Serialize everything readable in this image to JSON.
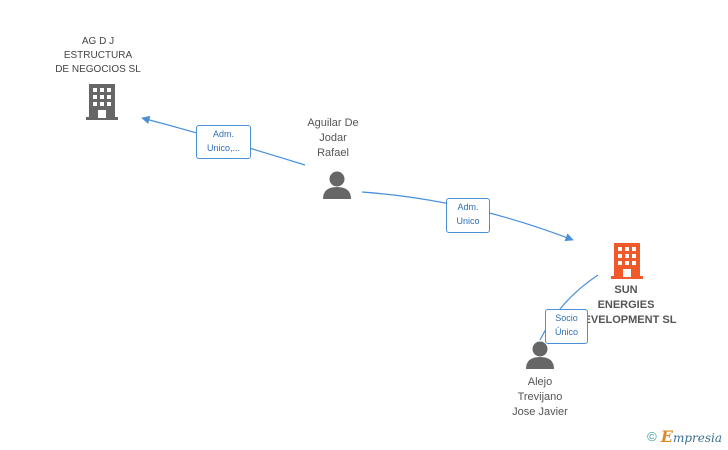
{
  "nodes": {
    "company_agdj": {
      "name": "AG D J\nESTRUCTURA\nDE NEGOCIOS SL",
      "icon": "building-icon",
      "color": "#666666"
    },
    "person_aguilar": {
      "name": "Aguilar De\nJodar\nRafael",
      "icon": "person-icon",
      "color": "#666666"
    },
    "company_sun": {
      "name": "SUN\nENERGIES\nDEVELOPMENT SL",
      "icon": "building-icon",
      "color": "#f05a2a"
    },
    "person_alejo": {
      "name": "Alejo\nTrevijano\nJose Javier",
      "icon": "person-icon",
      "color": "#666666"
    }
  },
  "edges": [
    {
      "from": "person_aguilar",
      "to": "company_agdj",
      "label": "Adm.\nUnico,..."
    },
    {
      "from": "person_aguilar",
      "to": "company_sun",
      "label": "Adm.\nUnico"
    },
    {
      "from": "person_alejo",
      "to": "company_sun",
      "label": "Socio\nÚnico"
    }
  ],
  "colors": {
    "edge": "#4a90d9"
  },
  "footer": {
    "copyright": "©",
    "brand_initial": "E",
    "brand_rest": "mpresia"
  }
}
